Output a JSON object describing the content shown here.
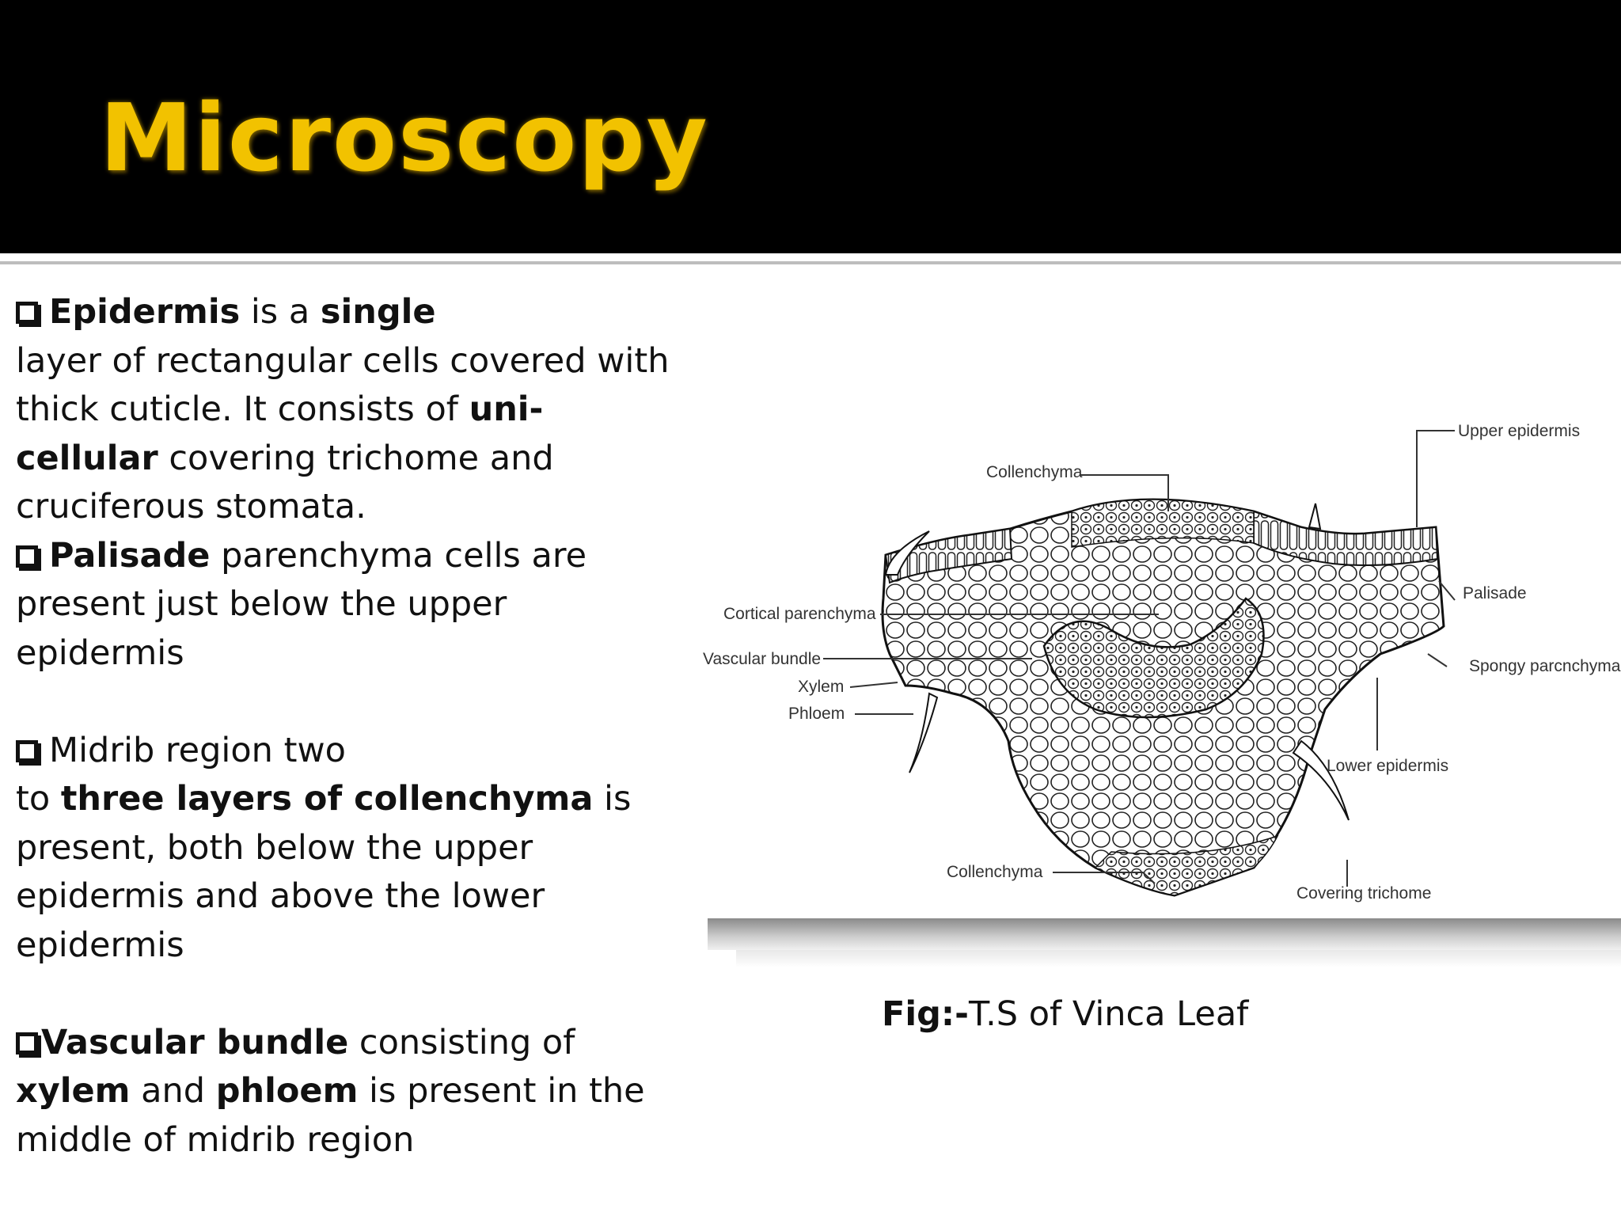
{
  "slide": {
    "title": "Microscopy",
    "accent_color": "#f2c200",
    "header_background": "#000000"
  },
  "bullets": {
    "b1": {
      "bold1": "Epidermis",
      "text1": " is a ",
      "bold2": "single",
      "text2": "layer of rectangular cells covered with thick cuticle. It consists of ",
      "bold3": "uni-cellular",
      "text3": " covering trichome and cruciferous stomata."
    },
    "b2": {
      "bold1": "Palisade",
      "text1": " parenchyma cells are present just below the upper epidermis"
    },
    "b3": {
      "text1": "Midrib region two",
      "text2": "to ",
      "bold1": "three layers of collenchyma",
      "text3": " is present, both below the upper epidermis and above the lower epidermis"
    },
    "b4": {
      "bold1": "Vascular bundle",
      "text1": " consisting of ",
      "bold2": "xylem",
      "text2": " and ",
      "bold3": "phloem",
      "text3": " is present in the middle of midrib region"
    }
  },
  "figure": {
    "labels": {
      "upper_epidermis": "Upper epidermis",
      "collenchyma_top": "Collenchyma",
      "palisade": "Palisade",
      "cortical_parenchyma": "Cortical parenchyma",
      "vascular_bundle": "Vascular bundle",
      "spongy_parenchyma": "Spongy parcnchyma",
      "xylem": "Xylem",
      "phloem": "Phloem",
      "lower_epidermis": "Lower epidermis",
      "collenchyma_bottom": "Collenchyma",
      "covering_trichome": "Covering trichome"
    },
    "caption_bold": "Fig:-",
    "caption_text": "T.S of Vinca Leaf"
  }
}
